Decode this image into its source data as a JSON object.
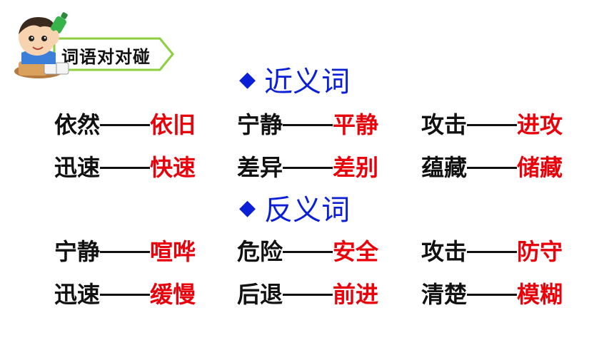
{
  "badge": {
    "label": "词语对对碰"
  },
  "sections": [
    {
      "title": "近义词",
      "rows": [
        [
          {
            "a": "依然",
            "b": "依旧"
          },
          {
            "a": "宁静",
            "b": "平静"
          },
          {
            "a": "攻击",
            "b": "进攻"
          }
        ],
        [
          {
            "a": "迅速",
            "b": "快速"
          },
          {
            "a": "差异",
            "b": "差别"
          },
          {
            "a": "蕴藏",
            "b": "储藏"
          }
        ]
      ]
    },
    {
      "title": "反义词",
      "rows": [
        [
          {
            "a": "宁静",
            "b": "喧哗"
          },
          {
            "a": "危险",
            "b": "安全"
          },
          {
            "a": "攻击",
            "b": "防守"
          }
        ],
        [
          {
            "a": "迅速",
            "b": "缓慢"
          },
          {
            "a": "后退",
            "b": "前进"
          },
          {
            "a": "清楚",
            "b": "模糊"
          }
        ]
      ]
    }
  ],
  "colors": {
    "heading": "#0a1fd6",
    "answer": "#e8000b",
    "badge_border": "#8ccf3c"
  }
}
